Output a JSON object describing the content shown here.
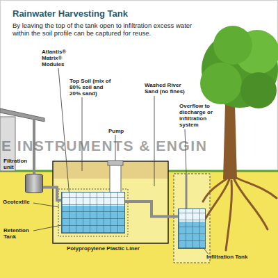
{
  "diagram": {
    "title": "Rainwater Harvesting Tank",
    "nodes": [
      {
        "text": [
          "Filtration unit"
        ]
      },
      {
        "text": [
          "Retention Tank"
        ]
      },
      {
        "text": [
          "Infiltration Tank"
        ]
      }
    ],
    "edges": [
      {
        "from": 0,
        "to": 1,
        "arrow": "none"
      },
      {
        "from": 1,
        "to": 2,
        "arrow": "none"
      }
    ],
    "labels": [
      "By leaving the top of the tank open to infiltration excess water within the soil profile can be captured for reuse.",
      "Atlantis® Matrix® Modules",
      "Top Soil (mix of 80% soil and 20% sand)",
      "Pump",
      "Washed River Sand (no fines)",
      "Overflow to discharge or infiltration system",
      "Geotextile",
      "Polypropylene Plastic Liner",
      "E INSTRUMENTS & ENGIN"
    ]
  }
}
